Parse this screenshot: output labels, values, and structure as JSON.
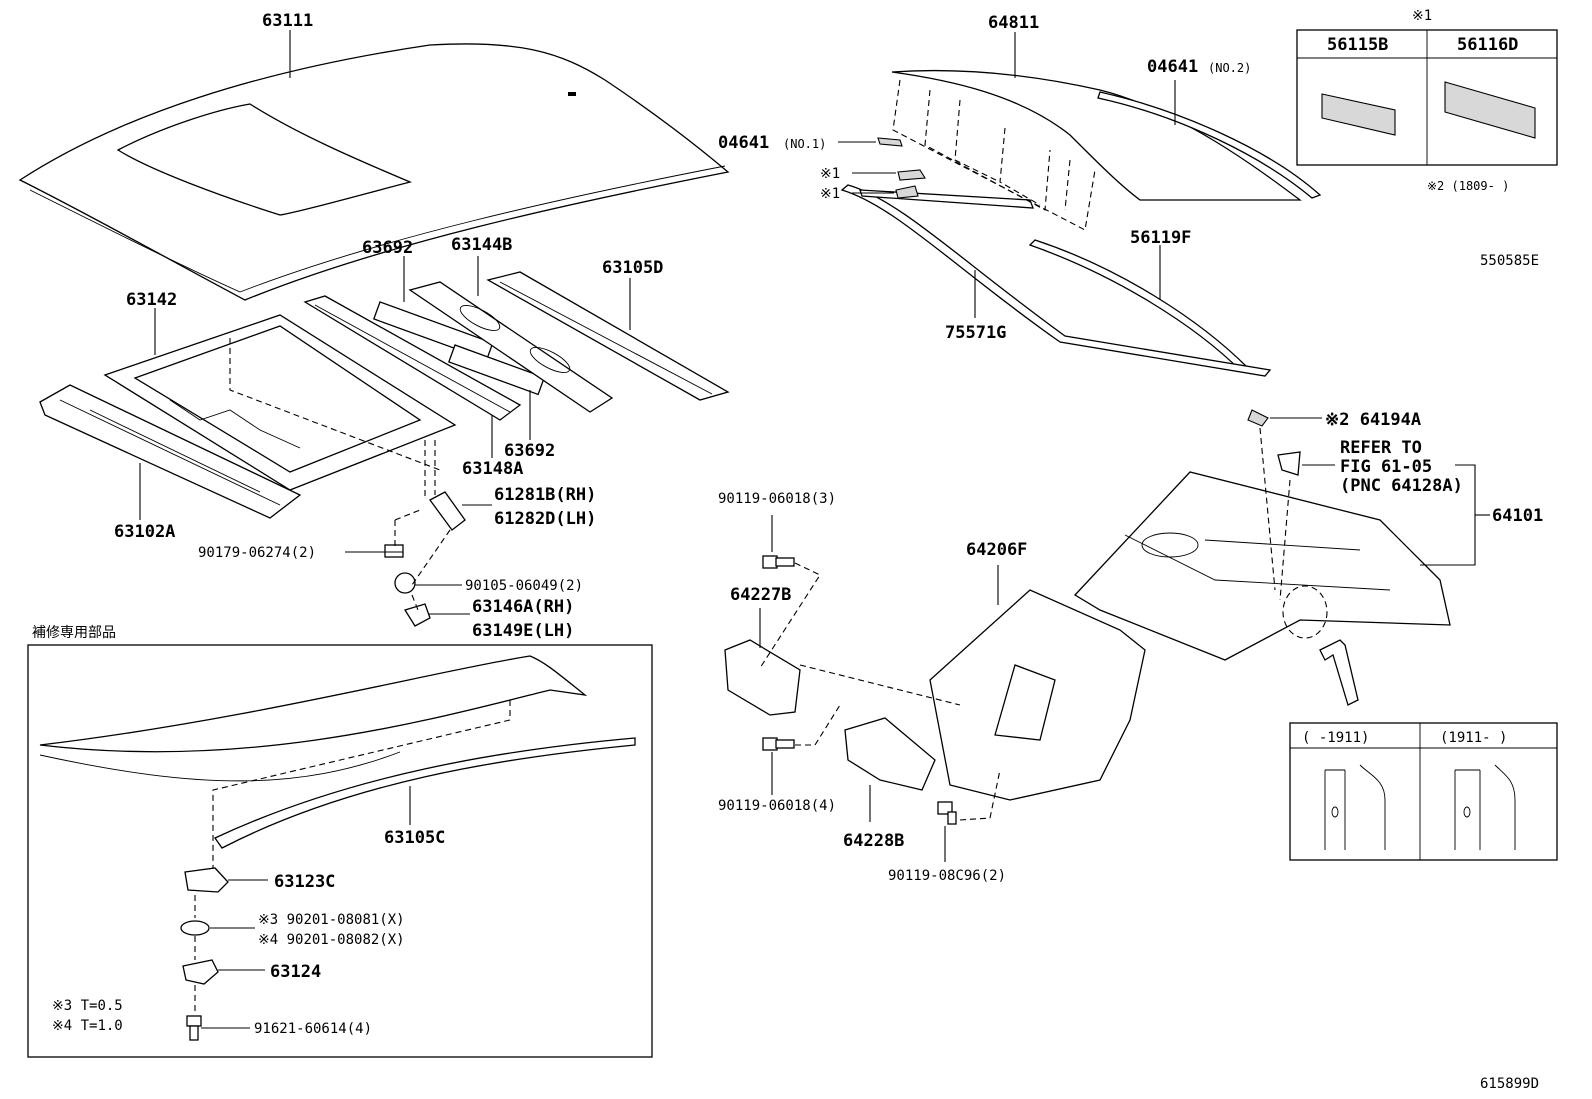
{
  "labels": {
    "p63111": "63111",
    "p63142": "63142",
    "p63692a": "63692",
    "p63144b": "63144B",
    "p63105d": "63105D",
    "p63692b": "63692",
    "p63148a": "63148A",
    "p63102a": "63102A",
    "p61281b": "61281B(RH)",
    "p61282d": "61282D(LH)",
    "p90179": "90179-06274(2)",
    "p90105": "90105-06049(2)",
    "p63146a": "63146A(RH)",
    "p63149e": "63149E(LH)",
    "p64811": "64811",
    "p04641_no2": "04641",
    "p04641_no2_suffix": "(NO.2)",
    "p04641_no1": "04641",
    "p04641_no1_suffix": "(NO.1)",
    "note1a": "※1",
    "note1b": "※1",
    "p56119f": "56119F",
    "p75571g": "75571G",
    "p64194a": "※2 64194A",
    "refer_line1": "REFER TO",
    "refer_line2": "FIG 61-05",
    "refer_line3": "(PNC 64128A)",
    "p64101": "64101",
    "p90119_3": "90119-06018(3)",
    "p64227b": "64227B",
    "p90119_4": "90119-06018(4)",
    "p64206f": "64206F",
    "p64228b": "64228B",
    "p90119_08c96": "90119-08C96(2)",
    "repair_title": "補修専用部品",
    "p63105c": "63105C",
    "p63123c": "63123C",
    "p90201_081": "※3 90201-08081(X)",
    "p90201_082": "※4 90201-08082(X)",
    "p63124": "63124",
    "note3": "※3 T=0.5",
    "note4": "※4 T=1.0",
    "p91621": "91621-60614(4)"
  },
  "inset_table": {
    "note": "※1",
    "col1": "56115B",
    "col2": "56116D",
    "footnote": "※2 (1809-     )"
  },
  "variant_table": {
    "col1": "(   -1911)",
    "col2": "(1911-   )"
  },
  "codes": {
    "top_code": "550585E",
    "bottom_code": "615899D"
  }
}
